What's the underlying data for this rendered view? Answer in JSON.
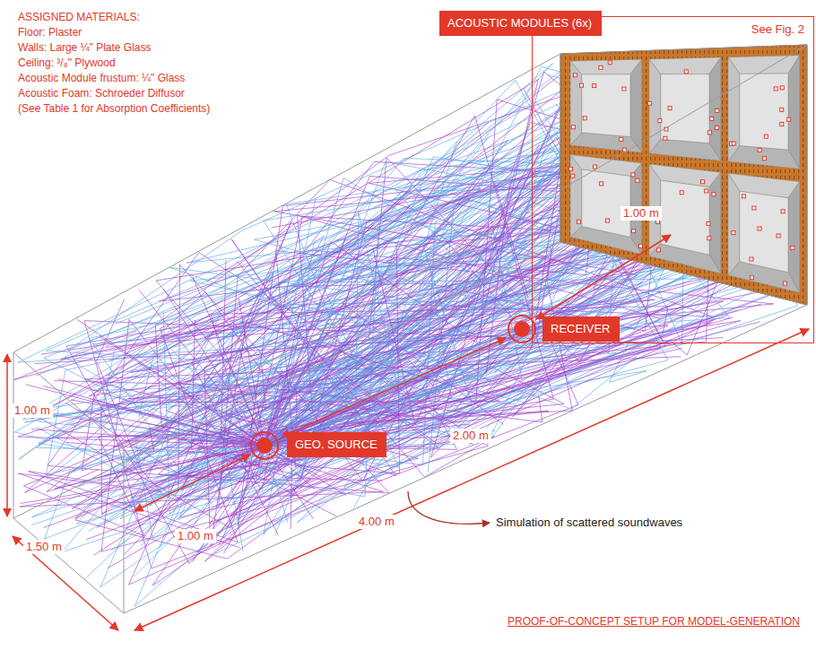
{
  "diagram": {
    "nodes": [
      {
        "text": [
          "ACOUSTIC MODULES (6x)"
        ]
      },
      {
        "text": [
          "See Fig. 2"
        ]
      },
      {
        "text": [
          "RECEIVER"
        ]
      },
      {
        "text": [
          "GEO. SOURCE"
        ]
      }
    ],
    "labels": [
      "ASSIGNED MATERIALS:",
      "Floor: Plaster",
      "Walls: Large ¼\" Plate Glass",
      "Ceiling: ³/₈\" Plywood",
      "Acoustic Module frustum: ¼\" Glass",
      "Acoustic Foam: Schroeder Diffusor",
      "(See Table 1 for Absorption Coefficients)",
      "1.00 m",
      "2.00 m",
      "1.00 m",
      "Simulation of scattered soundwaves",
      "4.00 m",
      "1.00 m",
      "1.50 m",
      "PROOF-OF-CONCEPT SETUP FOR MODEL-GENERATION"
    ]
  }
}
